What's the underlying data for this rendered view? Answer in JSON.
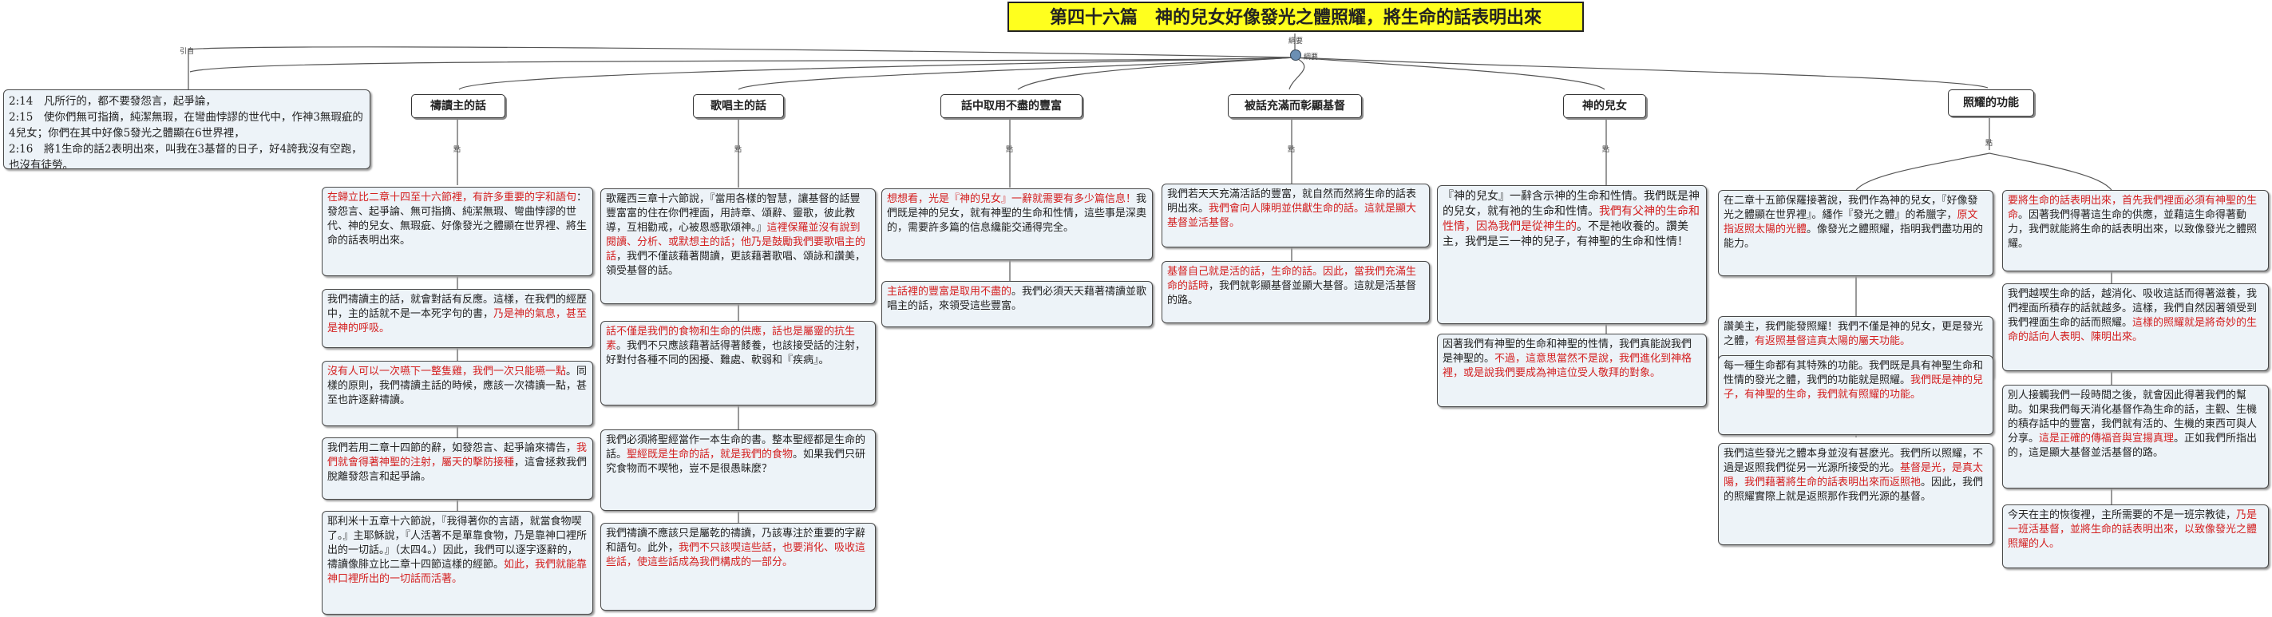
{
  "title": "第四十六篇　神的兒女好像發光之體照耀，將生命的話表明出來",
  "labels": {
    "yin": "引自",
    "gangyao": "綱要",
    "small": "點"
  },
  "verses": [
    "2:14　凡所行的，都不要發怨言，起爭論，",
    "2:15　使你們無可指摘，純潔無瑕，在彎曲悖謬的世代中，作神3無瑕疵的4兒女；你們在其中好像5發光之體顯在6世界裡，",
    "2:16　將1生命的話2表明出來，叫我在3基督的日子，好4誇我沒有空跑，也沒有徒勞。"
  ],
  "topics": [
    "禱讀主的話",
    "歌唱主的話",
    "話中取用不盡的豐富",
    "被話充滿而彰顯基督",
    "神的兒女",
    "照耀的功能"
  ],
  "col1": [
    {
      "red1": "在歸立比二章十四至十六節裡，有許多重要的字和語句",
      "black": "：發怨言、起爭論、無可指摘、純潔無瑕、彎曲悖謬的世代、神的兒女、無瑕疵、好像發光之體顯在世界裡、將生命的話表明出來。"
    },
    {
      "black": "我們禱讀主的話，就會對話有反應。這樣，在我們的經歷中，主的話就不是一本死字句的書，",
      "red1": "乃是神的氣息，甚至是神的呼吸。"
    },
    {
      "red1": "沒有人可以一次嚥下一整隻雞，我們一次只能嚥一點",
      "black": "。同樣的原則，我們禱讀主話的時候，應該一次禱讀一點，甚至也許逐辭禱讀。"
    },
    {
      "black": "我們若用二章十四節的辭，如發怨言、起爭論來禱告，",
      "red1": "我們就會得著神聖的注射，屬天的擊防接種",
      "black2": "，這會拯救我們脫離發怨言和起爭論。"
    },
    {
      "black": "耶利米十五章十六節說，『我得著你的言語，就當食物喫了。』主耶穌說，『人活著不是單靠食物，乃是靠神口裡所出的一切話。』（太四4。）因此，我們可以逐字逐辭的，禱讀像腓立比二章十四節這樣的經節。",
      "red1": "如此，我們就能靠神口裡所出的一切話而活著。"
    }
  ],
  "col2": [
    {
      "black": "歌羅西三章十六節說，『當用各樣的智慧，讓基督的話豐豐富富的住在你們裡面，用詩章、頌辭、靈歌，彼此教導，互相勸戒，心被恩感歌頌神。』",
      "red1": "這裡保羅並沒有說到閱讀、分析、或默想主的話；他乃是鼓勵我們要歌唱主的話",
      "black2": "，我們不僅該藉著閱讀，更該藉著歌唱、頌詠和讚美，領受基督的話。"
    },
    {
      "red1": "話不僅是我們的食物和生命的供應，話也是屬靈的抗生素",
      "black": "。我們不只應該藉著話得著餧養，也該接受話的注射，好對付各種不同的困擾、難處、軟弱和『疾病』。"
    },
    {
      "black": "我們必須將聖經當作一本生命的書。整本聖經都是生命的話。",
      "red1": "聖經既是生命的話，就是我們的食物",
      "black2": "。如果我們只研究食物而不喫牠，豈不是很愚昧麼？"
    },
    {
      "black": "我們禱讀不應該只是屬乾的禱讀，乃該專注於重要的字辭和語句。此外，",
      "red1": "我們不只該喫這些話，也要消化、吸收這些話，使這些話成為我們構成的一部分。"
    }
  ],
  "col3": [
    {
      "red1": "想想看，光是『神的兒女』一辭就需要有多少篇信息！",
      "black": "我們既是神的兒女，就有神聖的生命和性情，這些事是深奧的，需要許多篇的信息纔能交通得完全。"
    },
    {
      "red1": "主話裡的豐富是取用不盡的",
      "black": "。我們必須天天藉著禱讀並歌唱主的話，來領受這些豐富。"
    }
  ],
  "col4": [
    {
      "black": "我們若天天充滿活話的豐富，就自然而然將生命的話表明出來。",
      "red1": "我們會向人陳明並供獻生命的話。這就是顯大基督並活基督。"
    },
    {
      "red1": "基督自己就是活的話，生命的話。因此，當我們充滿生命的話時",
      "black": "，我們就彰顯基督並顯大基督。這就是活基督的路。"
    }
  ],
  "col5": [
    {
      "black": "『神的兒女』一辭含示神的生命和性情。我們既是神的兒女，就有祂的生命和性情。",
      "red1": "我們有父神的生命和性情，因為我們是從神生的",
      "black2": "。不是祂收養的。讚美主，我們是三一神的兒子，有神聖的生命和性情！"
    },
    {
      "black": "因著我們有神聖的生命和神聖的性情，我們真能說我們是神聖的。",
      "red1": "不過，這意思當然不是說，我們進化到神格裡，或是說我們要成為神這位受人敬拜的對象。"
    }
  ],
  "col6a": [
    {
      "black": "在二章十五節保羅接著說，我們作為神的兒女，『好像發光之體顯在世界裡』。繙作『發光之體』的希臘字，",
      "red1": "原文指返照太陽的光體",
      "black2": "。像發光之體照耀，指明我們盡功用的能力。"
    },
    {
      "black": "讚美主，我們能發照耀！我們不僅是神的兒女，更是發光之體，",
      "red1": "有返照基督這真太陽的屬天功能。"
    },
    {
      "black": "每一種生命都有其特殊的功能。我們既是具有神聖生命和性情的發光之體，我們的功能就是照耀。",
      "red1": "我們既是神的兒子，有神聖的生命，我們就有照耀的功能。"
    },
    {
      "black": "我們這些發光之體本身並沒有甚麼光。我們所以照耀，不過是返照我們從另一光源所接受的光。",
      "red1": "基督是光，是真太陽，我們藉著將生命的話表明出來而返照祂",
      "black2": "。因此，我們的照耀實際上就是返照那作我們光源的基督。"
    }
  ],
  "col6b": [
    {
      "red1": "要將生命的話表明出來，首先我們裡面必須有神聖的生命",
      "black": "。因著我們得著這生命的供應，並藉這生命得著動力，我們就能將生命的話表明出來，以致像發光之體照耀。"
    },
    {
      "black": "我們越喫生命的話，越消化、吸收這話而得著滋養，我們裡面所積存的話就越多。這樣，我們自然因著領受到我們裡面生命的話而照耀。",
      "red1": "這樣的照耀就是將奇妙的生命的話向人表明、陳明出來。"
    },
    {
      "black": "別人接觸我們一段時間之後，就會因此得著我們的幫助。如果我們每天消化基督作為生命的話，主觀、生機的積存話中的豐富，我們就有活的、生機的東西可與人分享。",
      "red1": "這是正確的傳福音與宣揚真理",
      "black2": "。正如我們所指出的，這是顯大基督並活基督的路。"
    },
    {
      "black": "今天在主的恢復裡，主所需要的不是一班宗教徒，",
      "red1": "乃是一班活基督，並將生命的話表明出來，以致像發光之體照耀的人。"
    }
  ]
}
